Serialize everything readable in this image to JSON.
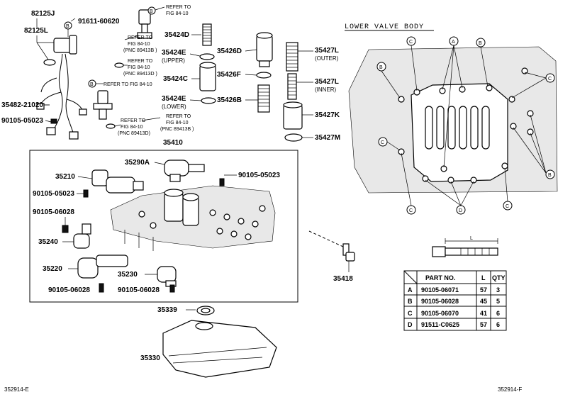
{
  "parts": {
    "p82125J": "82125J",
    "p82125L": "82125L",
    "p91611": "91611-60620",
    "p35482": "35482-21020",
    "p90105_05023_top": "90105-05023",
    "p35424D": "35424D",
    "p35424E_upper": "35424E",
    "upper": "(UPPER)",
    "p35424C": "35424C",
    "p35424E_lower": "35424E",
    "lower": "(LOWER)",
    "p35426D": "35426D",
    "p35426F": "35426F",
    "p35426B": "35426B",
    "p35427L_outer": "35427L",
    "outer": "(OUTER)",
    "p35427L_inner": "35427L",
    "inner": "(INNER)",
    "p35427K": "35427K",
    "p35427M": "35427M",
    "p35410": "35410",
    "p35290A": "35290A",
    "p90105_05023_right": "90105-05023",
    "p35210": "35210",
    "p90105_05023_left": "90105-05023",
    "p90105_06028_left": "90105-06028",
    "p35240": "35240",
    "p35220": "35220",
    "p35230": "35230",
    "p90105_06028_bl": "90105-06028",
    "p90105_06028_bm": "90105-06028",
    "p35418": "35418",
    "p35339": "35339",
    "p35330": "35330"
  },
  "refers": {
    "r1_l1": "REFER TO",
    "r1_l2": "FIG 84-10",
    "r2_l1": "REFER TO",
    "r2_l2": "FIG 84-10",
    "r2_l3": "(PNC 89413B )",
    "r3_l1": "REFER TO FIG 84-10",
    "r4_l1": "REFER TO",
    "r4_l2": "FIG 84-10",
    "r4_l3": "(PNC 89413D )",
    "r5_l1": "REFER TO",
    "r5_l2": "FIG 84-10",
    "r5_l3": "(PNC 89413D)",
    "r6_l1": "REFER TO",
    "r6_l2": "FIG 84-10",
    "r6_l3": "(PNC 89413B )"
  },
  "callouts": {
    "A": "A",
    "B": "B",
    "C": "C",
    "D": "D"
  },
  "lower_valve_body": "LOWER VALVE BODY",
  "bolt_dim_label": "L",
  "table": {
    "headers": [
      "",
      "PART NO.",
      "L",
      "QTY"
    ],
    "rows": [
      [
        "A",
        "90105-06071",
        "57",
        "3"
      ],
      [
        "B",
        "90105-06028",
        "45",
        "5"
      ],
      [
        "C",
        "90105-06070",
        "41",
        "6"
      ],
      [
        "D",
        "91511-C0625",
        "57",
        "6"
      ]
    ]
  },
  "footer_left": "352914-E",
  "footer_right": "352914-F"
}
